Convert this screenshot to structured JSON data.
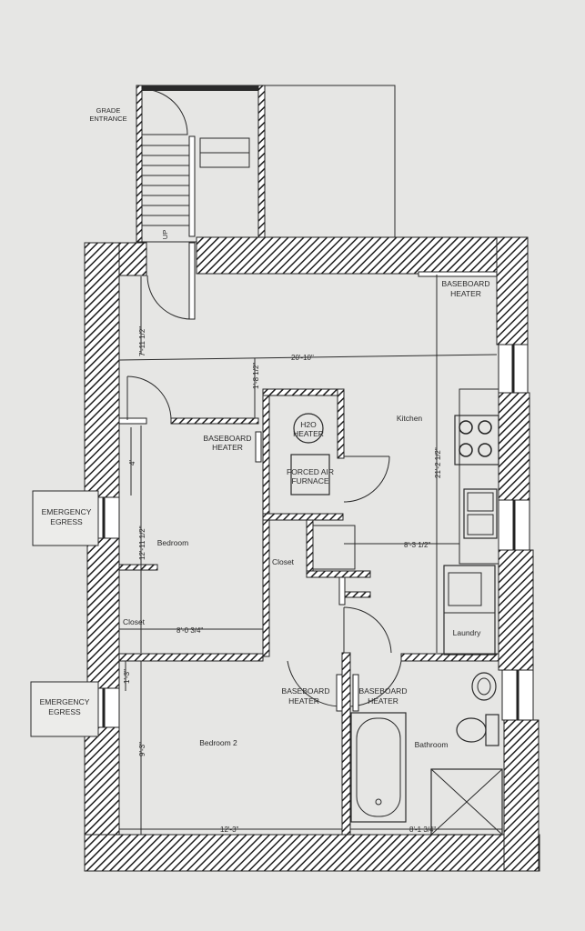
{
  "labels": {
    "grade_entrance_1": "GRADE",
    "grade_entrance_2": "ENTRANCE",
    "up": "UP",
    "emergency_egress_top_1": "EMERGENCY",
    "emergency_egress_top_2": "EGRESS",
    "emergency_egress_bottom_1": "EMERGENCY",
    "emergency_egress_bottom_2": "EGRESS",
    "baseboard_kitchen_1": "BASEBOARD",
    "baseboard_kitchen_2": "HEATER",
    "baseboard_bedroom_1": "BASEBOARD",
    "baseboard_bedroom_2": "HEATER",
    "baseboard_hall_left_1": "BASEBOARD",
    "baseboard_hall_left_2": "HEATER",
    "baseboard_hall_right_1": "BASEBOARD",
    "baseboard_hall_right_2": "HEATER",
    "h2o_heater_1": "H2O",
    "h2o_heater_2": "HEATER",
    "forced_air_1": "FORCED AIR",
    "forced_air_2": "FURNACE",
    "kitchen": "Kitchen",
    "bedroom": "Bedroom",
    "closet_center": "Closet",
    "closet_bedroom": "Closet",
    "laundry": "Laundry",
    "bedroom_2": "Bedroom 2",
    "bathroom": "Bathroom"
  },
  "dimensions": {
    "overall_width": "20'-10\"",
    "entry_depth": "7'-11 1/2\"",
    "hall_gap": "1'-8 1/2\"",
    "kitchen_depth": "21'-2 1/2\"",
    "bedroom_depth": "12'-11 1/2\"",
    "bedroom_width": "8'-0 3/4\"",
    "door_offset": "4'",
    "wall_small": "1'-3\"",
    "bedroom2_depth": "9'-3\"",
    "bedroom2_width": "12'-3\"",
    "bathroom_width": "8'-1 3/4\"",
    "kitchen_width": "8'-3 1/2\""
  }
}
